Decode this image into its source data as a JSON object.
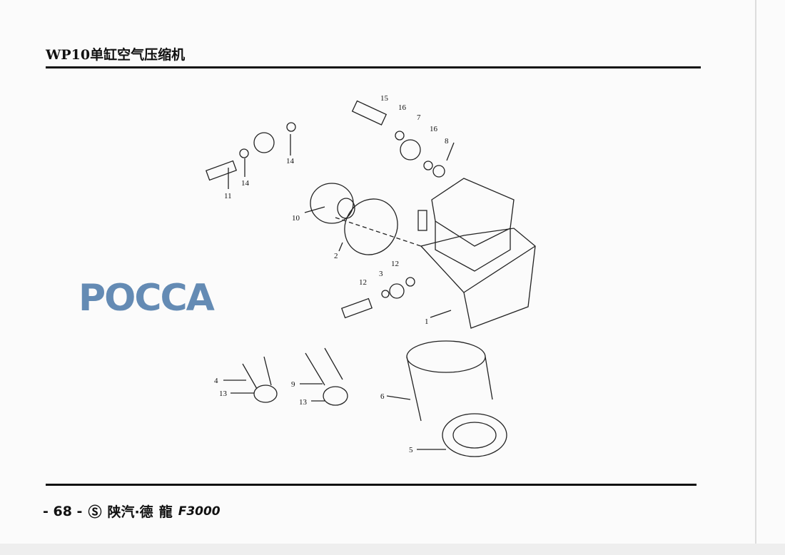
{
  "header": {
    "title": "WP10单缸空气压缩机"
  },
  "diagram": {
    "callouts": [
      "15",
      "16",
      "7",
      "16",
      "8",
      "14",
      "14",
      "11",
      "10",
      "2",
      "12",
      "3",
      "12",
      "1",
      "4",
      "9",
      "13",
      "13",
      "6",
      "5"
    ],
    "watermark": "POCCA"
  },
  "footer": {
    "page": "- 68 -",
    "brand": "陕汽·德",
    "brand_script": "龍",
    "model": "F3000"
  }
}
